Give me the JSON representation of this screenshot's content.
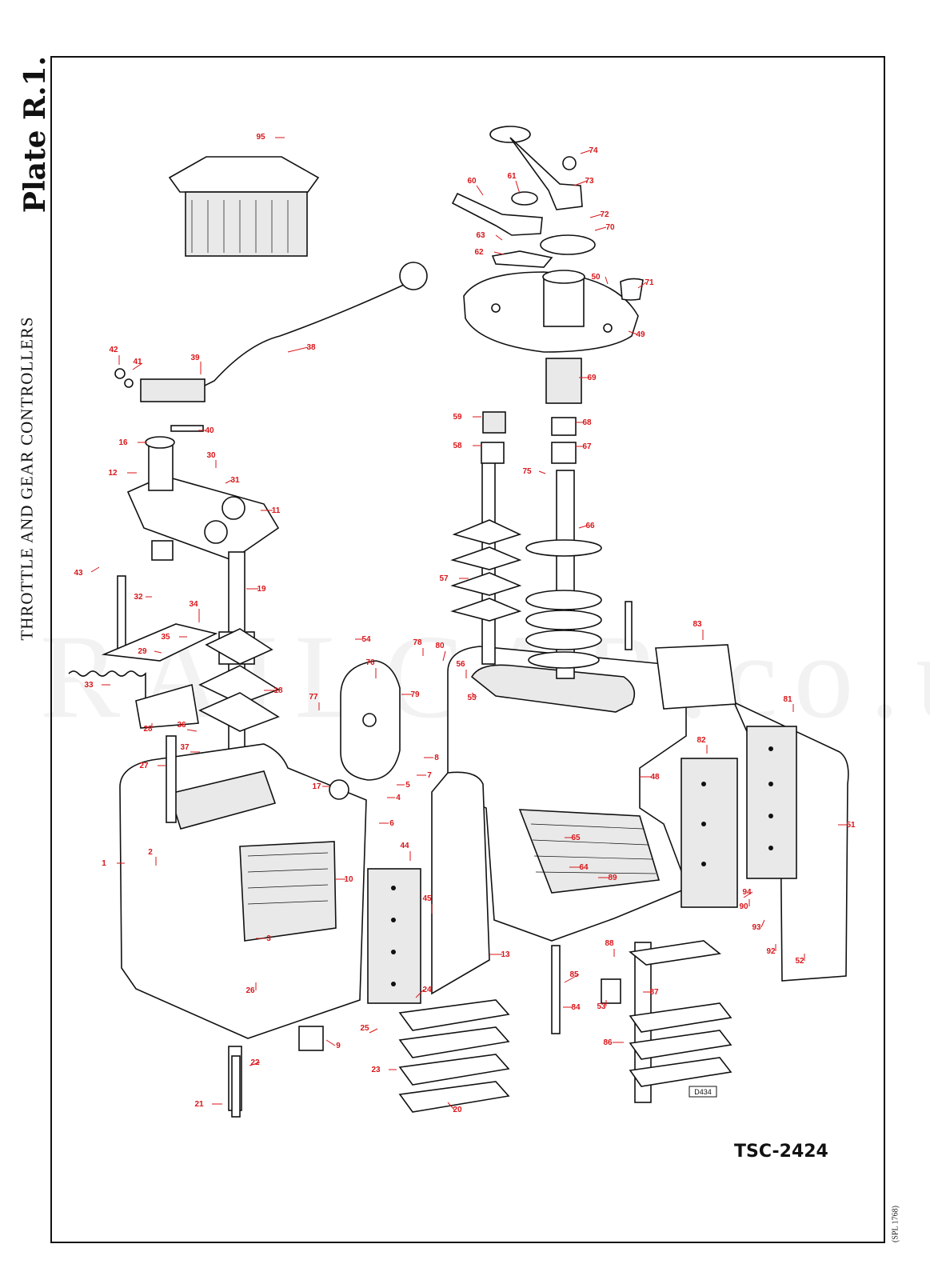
{
  "plate_title": "Plate R.1.",
  "side_title": "THROTTLE AND GEAR CONTROLLERS",
  "reference_code": "TSC-2424",
  "drawing_ref": "D434",
  "print_ref": "(SPL 1768)",
  "watermark": "RAILCAR.co.uk",
  "callout_color": "#d8161a",
  "part_numbers": [
    "95",
    "74",
    "73",
    "61",
    "60",
    "72",
    "70",
    "63",
    "62",
    "50",
    "71",
    "49",
    "42",
    "41",
    "39",
    "38",
    "40",
    "69",
    "59",
    "68",
    "58",
    "67",
    "75",
    "16",
    "30",
    "12",
    "31",
    "11",
    "66",
    "43",
    "57",
    "32",
    "19",
    "34",
    "35",
    "83",
    "54",
    "78",
    "80",
    "29",
    "76",
    "56",
    "55",
    "79",
    "33",
    "18",
    "81",
    "77",
    "28",
    "36",
    "37",
    "82",
    "8",
    "27",
    "7",
    "48",
    "5",
    "17",
    "4",
    "6",
    "51",
    "1",
    "2",
    "65",
    "44",
    "64",
    "10",
    "89",
    "94",
    "3",
    "45",
    "90",
    "93",
    "88",
    "92",
    "13",
    "26",
    "52",
    "85",
    "87",
    "53",
    "84",
    "25",
    "24",
    "9",
    "86",
    "22",
    "23",
    "21",
    "20"
  ]
}
